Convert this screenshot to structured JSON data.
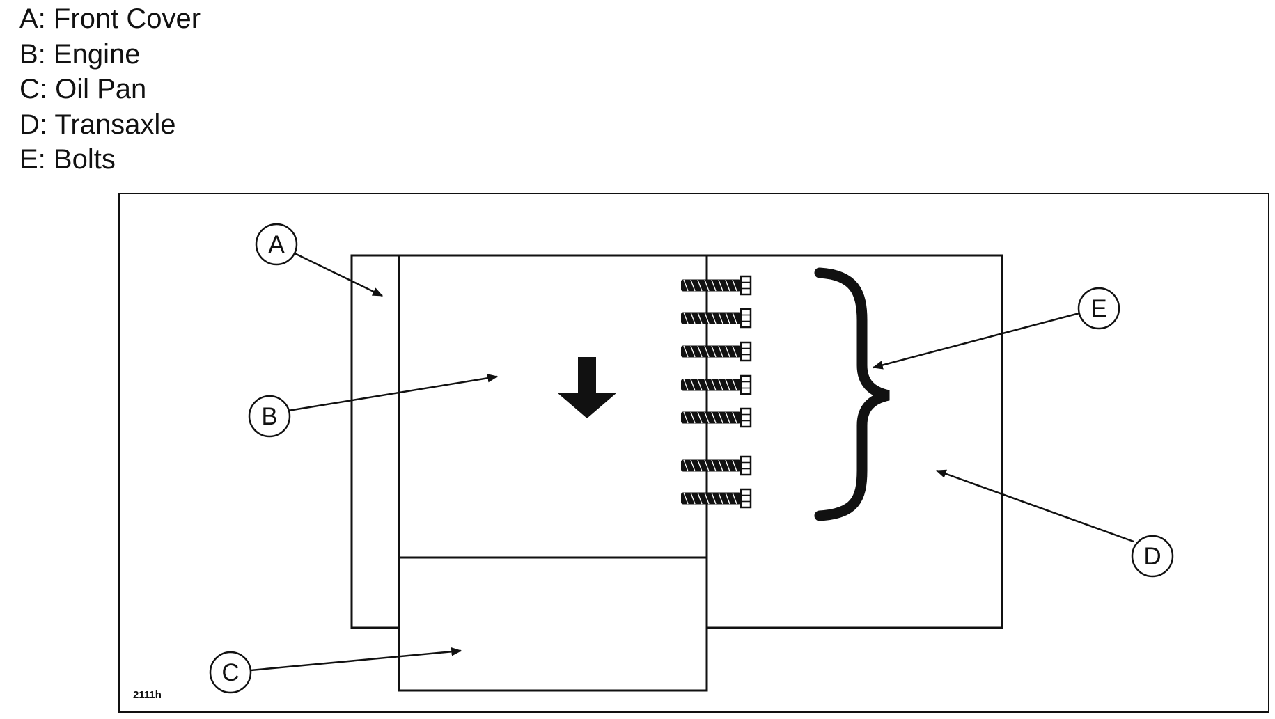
{
  "legend": [
    {
      "key": "A",
      "label": "A: Front Cover"
    },
    {
      "key": "B",
      "label": "B: Engine"
    },
    {
      "key": "C",
      "label": "C: Oil Pan"
    },
    {
      "key": "D",
      "label": "D: Transaxle"
    },
    {
      "key": "E",
      "label": "E: Bolts"
    }
  ],
  "callouts": {
    "A": "A",
    "B": "B",
    "C": "C",
    "D": "D",
    "E": "E"
  },
  "figure_id": "2111h",
  "colors": {
    "line": "#111111",
    "background": "#ffffff"
  },
  "icons": [
    "down-arrow-icon",
    "bolt-icon",
    "curly-brace-icon"
  ]
}
